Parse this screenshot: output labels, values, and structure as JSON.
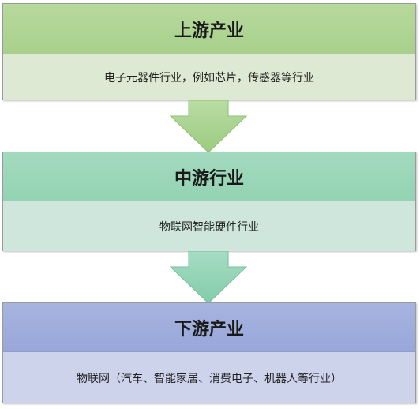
{
  "tiers": [
    {
      "title": "上游产业",
      "description": "电子元器件行业，例如芯片，传感器等行业",
      "colors": {
        "header": "#aad18f",
        "body": "#dde9d3"
      }
    },
    {
      "title": "中游行业",
      "description": "物联网智能硬件行业",
      "colors": {
        "header": "#96d5b6",
        "body": "#cfe6dc"
      }
    },
    {
      "title": "下游产业",
      "description": "物联网（汽车、智能家居、消费电子、机器人等行业）",
      "colors": {
        "header": "#9caadb",
        "body": "#ccd3eb"
      }
    }
  ],
  "arrows": [
    {
      "icon": "down-arrow-icon",
      "color": "#a6cf8d"
    },
    {
      "icon": "down-arrow-icon",
      "color": "#8fd3b2"
    }
  ]
}
